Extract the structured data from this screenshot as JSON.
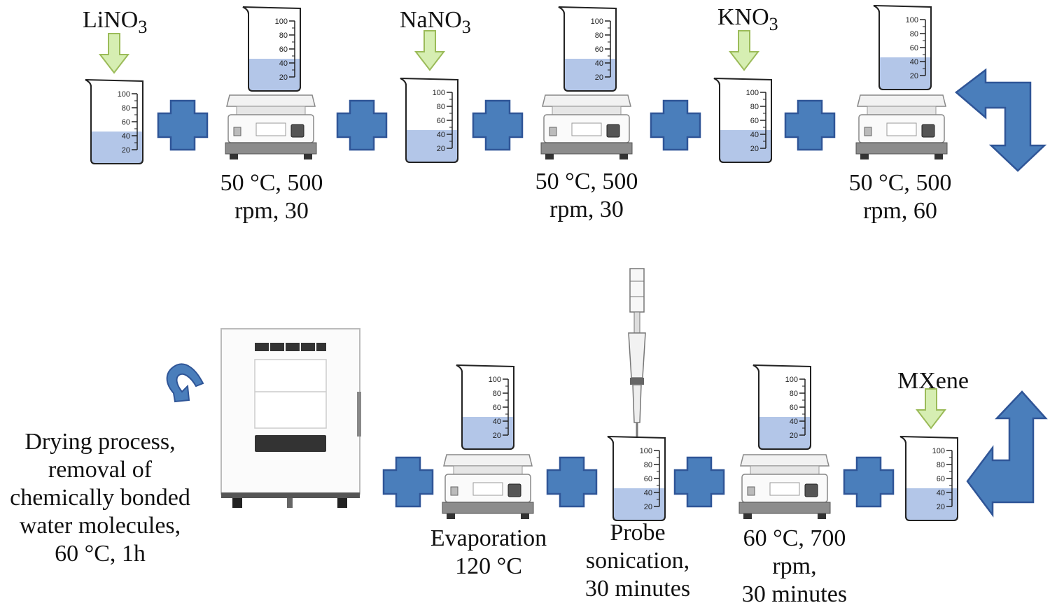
{
  "reagents": {
    "lino3": {
      "base": "LiNO",
      "sub": "3"
    },
    "nano3": {
      "base": "NaNO",
      "sub": "3"
    },
    "kno3": {
      "base": "KNO",
      "sub": "3"
    },
    "mxene": "MXene"
  },
  "steps": {
    "stir1": [
      "50 °C, 500",
      "rpm, 30"
    ],
    "stir2": [
      "50 °C, 500",
      "rpm, 30"
    ],
    "stir3": [
      "50 °C, 500",
      "rpm, 60"
    ],
    "stir4": [
      "60 °C, 700",
      "rpm,",
      "30 minutes"
    ],
    "sonication": [
      "Probe",
      "sonication,",
      "30 minutes"
    ],
    "evaporation": [
      "Evaporation",
      "120 °C"
    ],
    "drying": [
      "Drying process,",
      "removal of",
      "chemically bonded",
      "water molecules,",
      "60 °C, 1h"
    ]
  },
  "beaker_scale": [
    "100",
    "80",
    "60",
    "40",
    "20"
  ],
  "colors": {
    "liquid": "#b3c6e8",
    "arrow_blue": "#4a7ebb",
    "arrow_dark": "#2f5597",
    "green_arrow": "#d6eeb2",
    "green_stroke": "#9bbb59"
  }
}
